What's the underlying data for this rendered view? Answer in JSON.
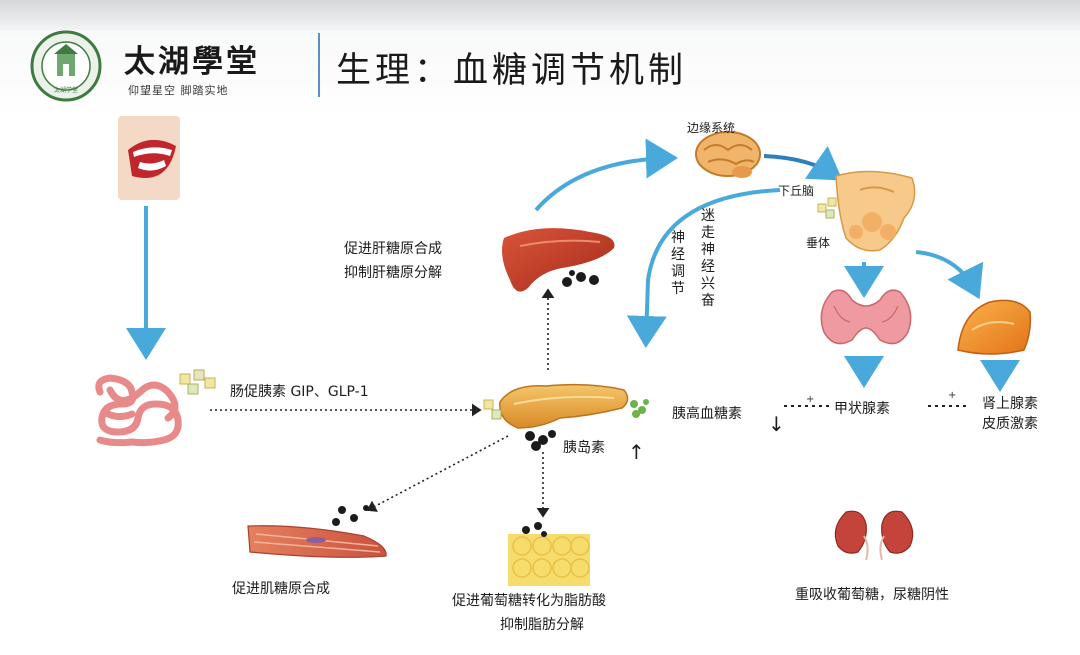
{
  "header": {
    "brand": "太湖學堂",
    "slogan": "仰望星空  脚踏实地",
    "title": "生理：血糖调节机制",
    "logo_text": "太湖学堂"
  },
  "labels": {
    "incretins": "肠促胰素 GIP、GLP-1",
    "liver_effect_1": "促进肝糖原合成",
    "liver_effect_2": "抑制肝糖原分解",
    "limbic": "边缘系统",
    "hypothalamus": "下丘脑",
    "pituitary": "垂体",
    "neural_regulation": "神经调节",
    "vagus_excitation": "迷走神经兴奋",
    "glucagon": "胰高血糖素",
    "insulin": "胰岛素",
    "thyroid_hormone": "甲状腺素",
    "adrenocortical_1": "肾上腺素",
    "adrenocortical_2": "皮质激素",
    "muscle_effect": "促进肌糖原合成",
    "fat_effect_1": "促进葡萄糖转化为脂肪酸",
    "fat_effect_2": "抑制脂肪分解",
    "kidney_effect": "重吸收葡萄糖，尿糖阴性",
    "plus_sign": "+",
    "arrow_down": "↓",
    "arrow_up": "↑"
  },
  "colors": {
    "arrow_blue": "#49a9da",
    "separator": "#5d8fc7",
    "liver": "#c23a24",
    "pancreas": "#e9a441",
    "intestine": "#e88a8a",
    "thyroid": "#e88f94",
    "adrenal": "#f08a1e",
    "fat": "#f6dc6a",
    "kidney": "#c4433a"
  }
}
